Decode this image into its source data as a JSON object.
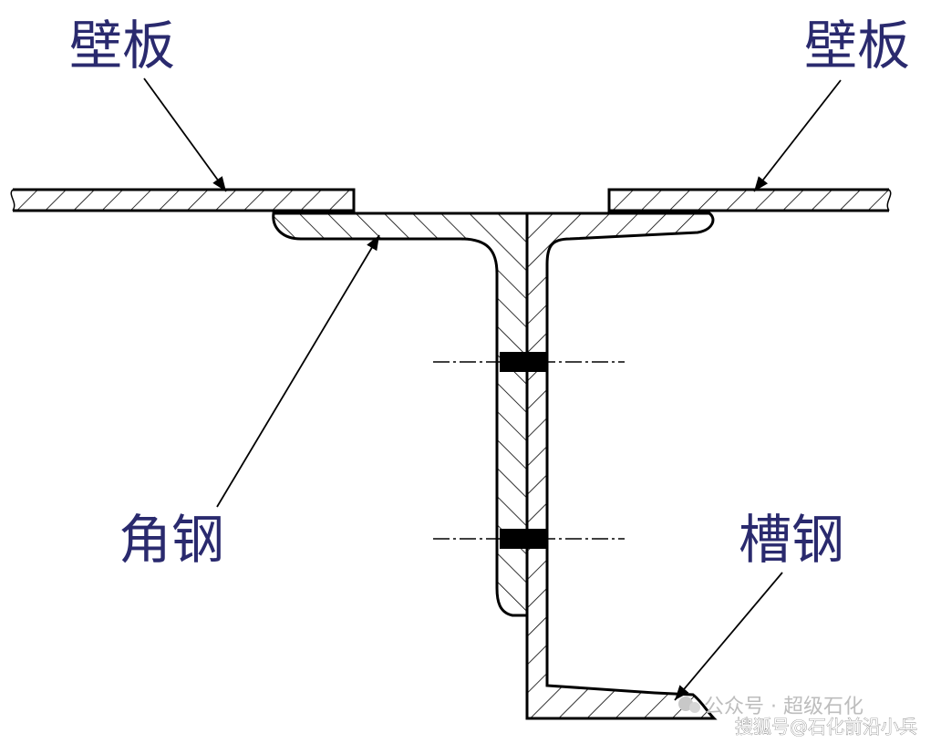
{
  "labels": {
    "wall_panel_left": "壁板",
    "wall_panel_right": "壁板",
    "angle_steel": "角钢",
    "channel_steel": "槽钢"
  },
  "watermark": {
    "line1": "公众号 · 超级石化",
    "line2": "搜狐号@石化前沿小兵"
  },
  "colors": {
    "label": "#2a2a6e",
    "outline": "#000000",
    "background": "#ffffff",
    "watermark_line1": "#bdbdbd",
    "watermark_line2": "#ffffff"
  }
}
